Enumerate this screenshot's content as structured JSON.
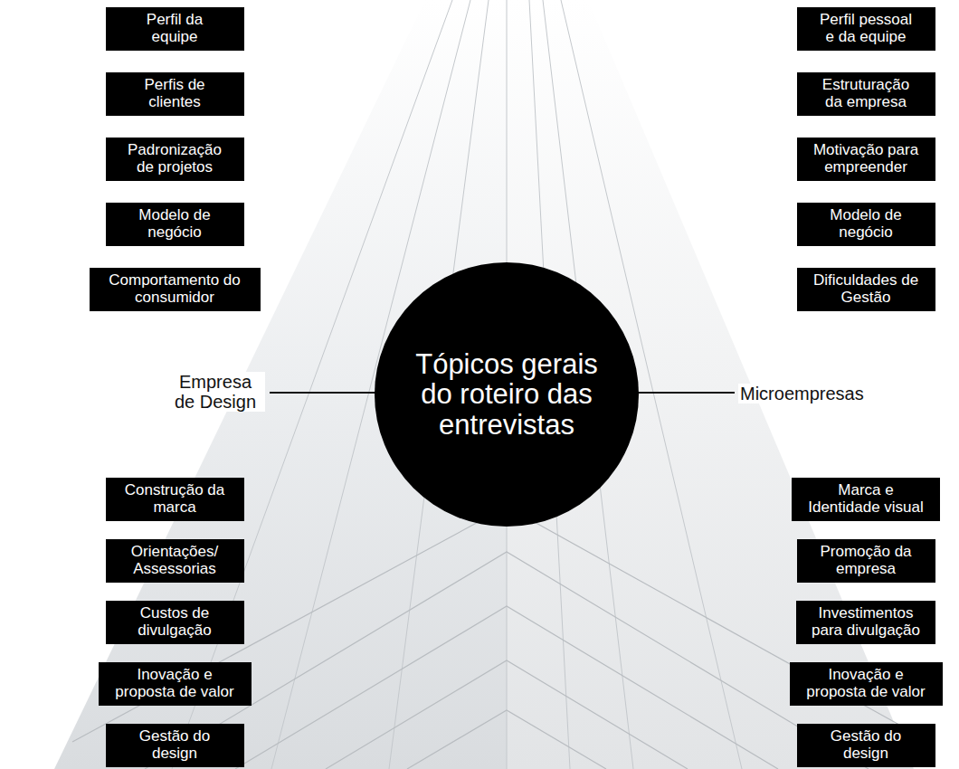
{
  "diagram": {
    "nodes": [
      {
        "text": [
          "Tópicos gerais do roteiro das entrevistas"
        ]
      },
      {
        "text": [
          "Perfil da equipe"
        ]
      },
      {
        "text": [
          "Perfis de clientes"
        ]
      },
      {
        "text": [
          "Padronização de projetos"
        ]
      },
      {
        "text": [
          "Modelo de negócio"
        ]
      },
      {
        "text": [
          "Comportamento do consumidor"
        ]
      },
      {
        "text": [
          "Construção da marca"
        ]
      },
      {
        "text": [
          "Orientações/ Assessorias"
        ]
      },
      {
        "text": [
          "Custos de divulgação"
        ]
      },
      {
        "text": [
          "Inovação e proposta de valor"
        ]
      },
      {
        "text": [
          "Gestão do design"
        ]
      },
      {
        "text": [
          "Perfil pessoal e da equipe"
        ]
      },
      {
        "text": [
          "Estruturação da empresa"
        ]
      },
      {
        "text": [
          "Motivação para empreender"
        ]
      },
      {
        "text": [
          "Modelo de negócio"
        ]
      },
      {
        "text": [
          "Dificuldades de Gestão"
        ]
      },
      {
        "text": [
          "Marca e Identidade visual"
        ]
      },
      {
        "text": [
          "Promoção da empresa"
        ]
      },
      {
        "text": [
          "Investimentos para divulgação"
        ]
      },
      {
        "text": [
          "Inovação e proposta de valor"
        ]
      },
      {
        "text": [
          "Gestão do design"
        ]
      }
    ],
    "labels": [
      "Empresa de Design",
      "Microempresas"
    ]
  }
}
